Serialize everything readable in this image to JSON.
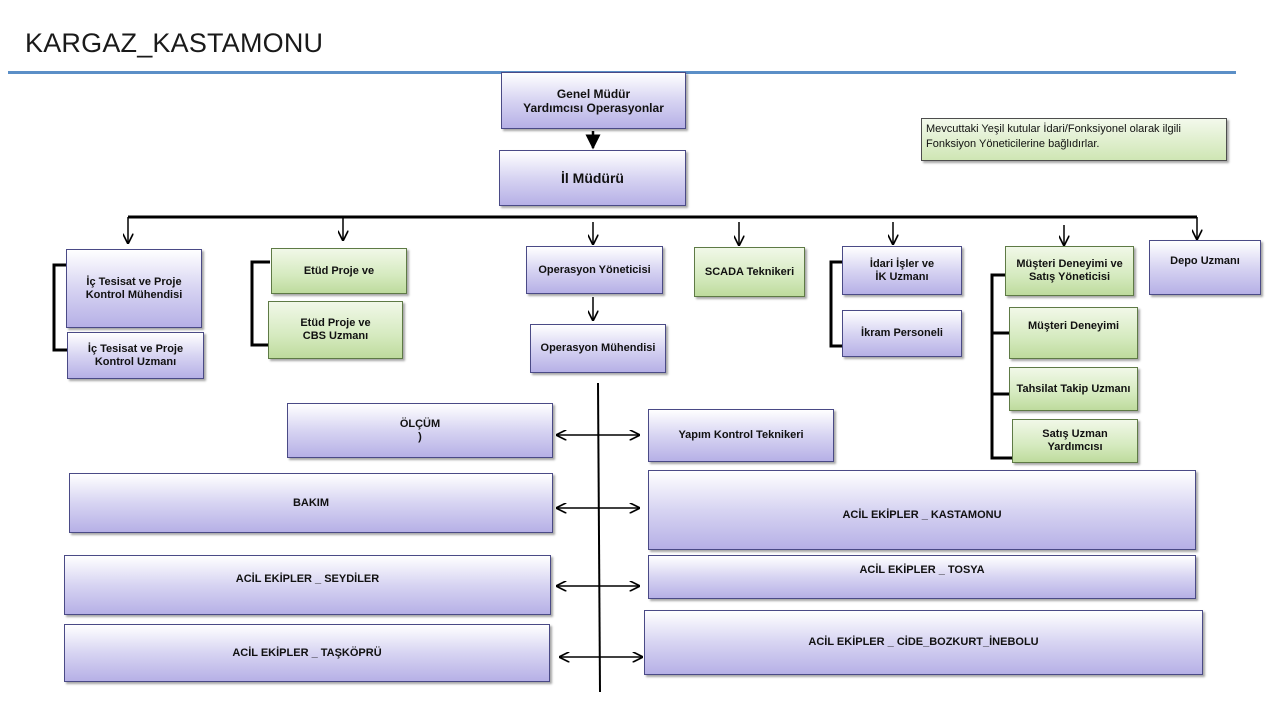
{
  "title": "KARGAZ_KASTAMONU",
  "note": "Mevcuttaki Yeşil kutular İdari/Fonksiyonel olarak ilgili Fonksiyon Yöneticilerine bağlıdırlar.",
  "colors": {
    "accent_rule": "#5b8fc7",
    "purple_box": "#c9c4ee",
    "green_box": "#d5eabf",
    "line": "#000000"
  },
  "boxes": {
    "gmy": "Genel Müdür\nYardımcısı Operasyonlar",
    "il_muduru": "İl Müdürü",
    "ic_tesisat_muhendis": "İç Tesisat ve Proje\nKontrol Mühendisi",
    "ic_tesisat_uzman": "İç Tesisat ve Proje\nKontrol Uzmanı",
    "etud_proje": "Etüd Proje ve",
    "etud_cbs": "Etüd Proje ve\nCBS Uzmanı",
    "operasyon_yoneticisi": "Operasyon Yöneticisi",
    "operasyon_muhendisi": "Operasyon Mühendisi",
    "scada": "SCADA Teknikeri",
    "idari_isler": "İdari İşler ve\nİK Uzmanı",
    "ikram": "İkram Personeli",
    "musteri_satis": "Müşteri Deneyimi ve\nSatış Yöneticisi",
    "depo": "Depo Uzmanı",
    "musteri_deneyimi": "Müşteri Deneyimi",
    "tahsilat": "Tahsilat Takip Uzmanı",
    "satis_yardimcisi": "Satış Uzman Yardımcısı",
    "olcum": "ÖLÇÜM\n)",
    "yapim_kontrol": "Yapım Kontrol Teknikeri",
    "bakim": "BAKIM",
    "acil_kastamonu": "ACİL EKİPLER _ KASTAMONU",
    "acil_seydiler": "ACİL EKİPLER _ SEYDİLER",
    "acil_tosya": "ACİL EKİPLER _ TOSYA",
    "acil_taskopru": "ACİL EKİPLER _ TAŞKÖPRÜ",
    "acil_cide": "ACİL EKİPLER _ CİDE_BOZKURT_İNEBOLU"
  }
}
